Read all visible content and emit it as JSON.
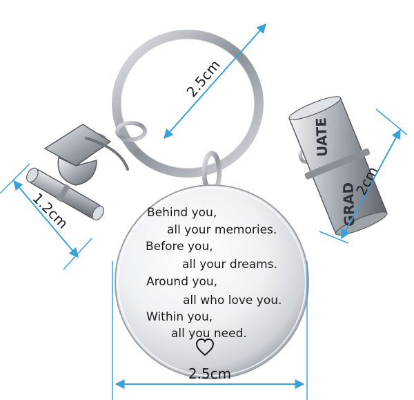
{
  "colors": {
    "dimension_line": "#3aa0d8",
    "metal_light": "#f4f5f7",
    "metal_mid": "#c9ccd1",
    "metal_dark": "#6f747b",
    "engraving": "#1a1a1a"
  },
  "dimensions": {
    "ring_diameter": "2.5cm",
    "pendant_diameter": "2.5cm",
    "cap_charm": "1.2cm",
    "diploma_charm": "2cm"
  },
  "charm_text": {
    "diploma_left": "GRAD",
    "diploma_right": "UATE"
  },
  "engraving": {
    "lines": [
      "Behind you,",
      "all your memories.",
      "Before you,",
      "all your dreams.",
      "Around you,",
      "all who love you.",
      "Within you,",
      "all you need."
    ],
    "heart_icon": "heart-outline-icon"
  }
}
